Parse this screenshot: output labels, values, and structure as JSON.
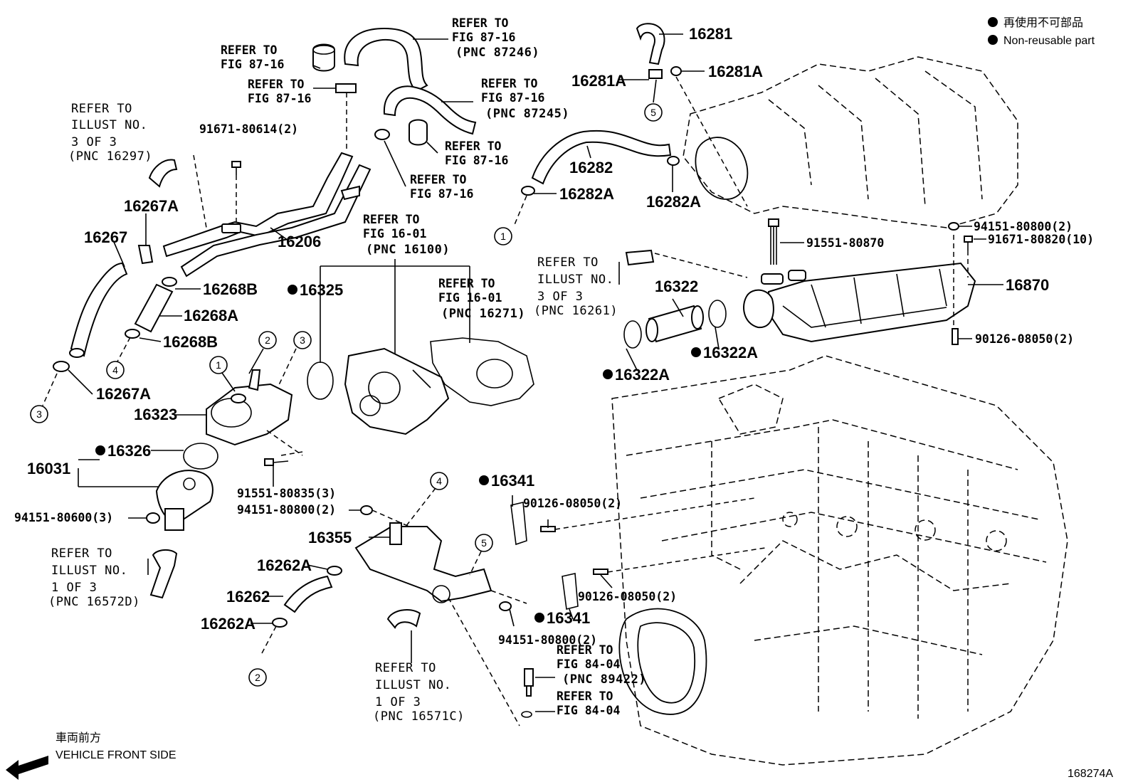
{
  "legend": {
    "jp": "再使用不可部品",
    "en": "Non-reusable part"
  },
  "front": {
    "jp": "車両前方",
    "en": "VEHICLE FRONT SIDE"
  },
  "figure_id": "168274A",
  "labels": {
    "refer_87_16_a": [
      "REFER TO",
      "FIG 87-16"
    ],
    "refer_87_16_b": [
      "REFER TO",
      "FIG 87-16"
    ],
    "refer_87_16_pnc87246": [
      "REFER TO",
      "FIG 87-16",
      "(PNC 87246)"
    ],
    "refer_87_16_pnc87245": [
      "REFER TO",
      "FIG 87-16",
      "(PNC 87245)"
    ],
    "refer_87_16_c": [
      "REFER TO",
      "FIG 87-16"
    ],
    "refer_87_16_d": [
      "REFER TO",
      "FIG 87-16"
    ],
    "refer_illust_3_16297": [
      "REFER TO",
      "ILLUST NO.",
      "3 OF 3",
      "(PNC 16297)"
    ],
    "refer_16_01_16100": [
      "REFER TO",
      "FIG 16-01",
      "(PNC 16100)"
    ],
    "refer_16_01_16271": [
      "REFER TO",
      "FIG 16-01",
      "(PNC 16271)"
    ],
    "refer_illust_3_16261": [
      "REFER TO",
      "ILLUST NO.",
      "3 OF 3",
      "(PNC 16261)"
    ],
    "refer_illust_1_16572d": [
      "REFER TO",
      "ILLUST NO.",
      "1 OF 3",
      "(PNC 16572D)"
    ],
    "refer_illust_1_16571c": [
      "REFER TO",
      "ILLUST NO.",
      "1 OF 3",
      "(PNC 16571C)"
    ],
    "refer_84_04_89422": [
      "REFER TO",
      "FIG 84-04",
      "(PNC 89422)"
    ],
    "refer_84_04": [
      "REFER TO",
      "FIG 84-04"
    ]
  },
  "parts": {
    "p16281": "16281",
    "p16281A_left": "16281A",
    "p16281A_right": "16281A",
    "p16282": "16282",
    "p16282A_left": "16282A",
    "p16282A_right": "16282A",
    "p91671_80614": "91671-80614(2)",
    "p16267A_top": "16267A",
    "p16267": "16267",
    "p16206": "16206",
    "p16268B_top": "16268B",
    "p16268A": "16268A",
    "p16268B_bottom": "16268B",
    "p16267A_bottom": "16267A",
    "p16325": "16325",
    "p16323": "16323",
    "p16326": "16326",
    "p16031": "16031",
    "p94151_80600": "94151-80600(3)",
    "p91551_80835": "91551-80835(3)",
    "p94151_80800_a": "94151-80800(2)",
    "p16355": "16355",
    "p16262A_top": "16262A",
    "p16262": "16262",
    "p16262A_bottom": "16262A",
    "p16341_top": "16341",
    "p90126_08050_a": "90126-08050(2)",
    "p90126_08050_b": "90126-08050(2)",
    "p16341_bottom": "16341",
    "p94151_80800_b": "94151-80800(2)",
    "p94151_80800_c": "94151-80800(2)",
    "p91671_80820": "91671-80820(10)",
    "p91551_80870": "91551-80870",
    "p16870": "16870",
    "p90126_08050_c": "90126-08050(2)",
    "p16322": "16322",
    "p16322A_right": "16322A",
    "p16322A_left": "16322A"
  },
  "callouts": {
    "c1_a": "1",
    "c2_a": "2",
    "c3_a": "3",
    "c1_b": "1",
    "c2_b": "2",
    "c3_b": "3",
    "c4_a": "4",
    "c4_b": "4",
    "c5_a": "5",
    "c5_b": "5"
  }
}
